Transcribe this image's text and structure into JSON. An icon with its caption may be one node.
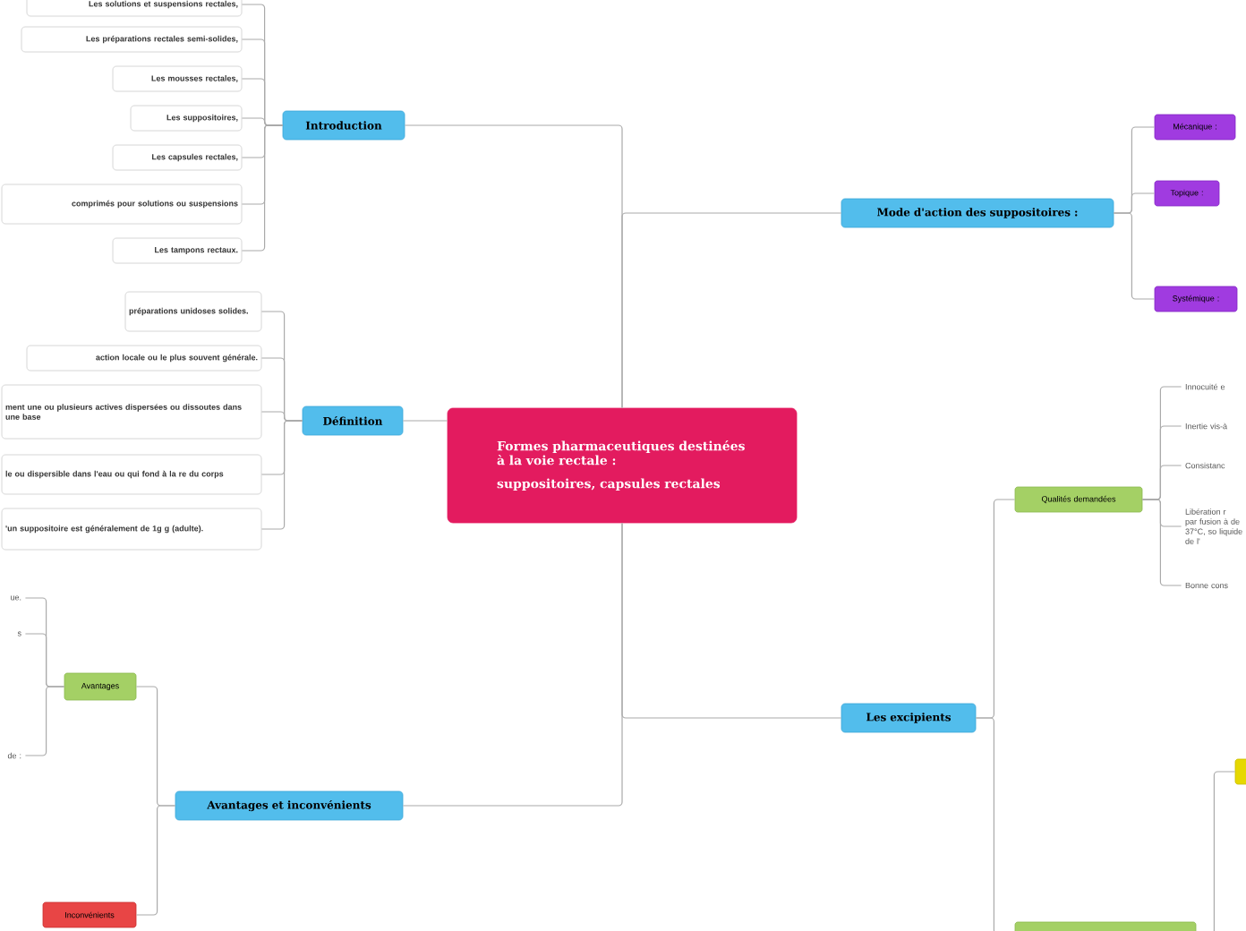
{
  "diagram": {
    "nodes": [
      {
        "text": [
          "Formes pharmaceutiques destinées à la voie rectale :",
          "suppositoires, capsules rectales"
        ]
      },
      {
        "text": [
          "Introduction"
        ]
      },
      {
        "text": [
          "Les solutions et suspensions rectales,"
        ]
      },
      {
        "text": [
          "Les préparations rectales semi-solides,"
        ]
      },
      {
        "text": [
          "Les mousses rectales,"
        ]
      },
      {
        "text": [
          "Les suppositoires,"
        ]
      },
      {
        "text": [
          "Les capsules rectales,"
        ]
      },
      {
        "text": [
          "comprimés pour solutions ou suspensions"
        ]
      },
      {
        "text": [
          "Les tampons rectaux."
        ]
      },
      {
        "text": [
          "Définition"
        ]
      },
      {
        "text": [
          "préparations unidoses solides."
        ]
      },
      {
        "text": [
          "action locale ou le plus souvent générale."
        ]
      },
      {
        "text": [
          "ment une ou plusieurs actives dispersées ou dissoutes dans une base"
        ]
      },
      {
        "text": [
          "le ou dispersible dans l'eau ou qui fond à la re du corps"
        ]
      },
      {
        "text": [
          "'un suppositoire est généralement de 1g g (adulte)."
        ]
      },
      {
        "text": [
          "Avantages et inconvénients"
        ]
      },
      {
        "text": [
          "Avantages"
        ]
      },
      {
        "text": [
          "ue."
        ]
      },
      {
        "text": [
          "s"
        ]
      },
      {
        "text": [
          "de :"
        ]
      },
      {
        "text": [
          "Inconvénients"
        ]
      },
      {
        "text": [
          "Mode d'action des suppositoires :"
        ]
      },
      {
        "text": [
          "Mécanique :"
        ]
      },
      {
        "text": [
          "Topique :"
        ]
      },
      {
        "text": [
          "Systémique :"
        ]
      },
      {
        "text": [
          "Les excipients"
        ]
      },
      {
        "text": [
          "Qualités demandées"
        ]
      },
      {
        "text": [
          "Innocuité e"
        ]
      },
      {
        "text": [
          "Inertie vis-à"
        ]
      },
      {
        "text": [
          "Consistanc"
        ]
      },
      {
        "text": [
          "Libération r par fusion à de 37°C, so liquide de l'"
        ]
      },
      {
        "text": [
          "Bonne cons"
        ]
      },
      {
        "text": [],
        "shape": "box"
      },
      {
        "text": [],
        "shape": "box"
      }
    ],
    "edges": [
      {
        "from": 0,
        "to": 1,
        "arrow": "none"
      },
      {
        "from": 1,
        "to": 2,
        "arrow": "none"
      },
      {
        "from": 1,
        "to": 3,
        "arrow": "none"
      },
      {
        "from": 1,
        "to": 4,
        "arrow": "none"
      },
      {
        "from": 1,
        "to": 5,
        "arrow": "none"
      },
      {
        "from": 1,
        "to": 6,
        "arrow": "none"
      },
      {
        "from": 1,
        "to": 7,
        "arrow": "none"
      },
      {
        "from": 1,
        "to": 8,
        "arrow": "none"
      },
      {
        "from": 0,
        "to": 9,
        "arrow": "none"
      },
      {
        "from": 9,
        "to": 10,
        "arrow": "none"
      },
      {
        "from": 9,
        "to": 11,
        "arrow": "none"
      },
      {
        "from": 9,
        "to": 12,
        "arrow": "none"
      },
      {
        "from": 9,
        "to": 13,
        "arrow": "none"
      },
      {
        "from": 9,
        "to": 14,
        "arrow": "none"
      },
      {
        "from": 0,
        "to": 15,
        "arrow": "none"
      },
      {
        "from": 15,
        "to": 16,
        "arrow": "none"
      },
      {
        "from": 16,
        "to": 17,
        "arrow": "none"
      },
      {
        "from": 16,
        "to": 18,
        "arrow": "none"
      },
      {
        "from": 16,
        "to": 19,
        "arrow": "none"
      },
      {
        "from": 15,
        "to": 20,
        "arrow": "none"
      },
      {
        "from": 0,
        "to": 21,
        "arrow": "none"
      },
      {
        "from": 21,
        "to": 22,
        "arrow": "none"
      },
      {
        "from": 21,
        "to": 23,
        "arrow": "none"
      },
      {
        "from": 21,
        "to": 24,
        "arrow": "none"
      },
      {
        "from": 0,
        "to": 25,
        "arrow": "none"
      },
      {
        "from": 25,
        "to": 26,
        "arrow": "none"
      },
      {
        "from": 26,
        "to": 27,
        "arrow": "none"
      },
      {
        "from": 26,
        "to": 28,
        "arrow": "none"
      },
      {
        "from": 26,
        "to": 29,
        "arrow": "none"
      },
      {
        "from": 26,
        "to": 30,
        "arrow": "none"
      },
      {
        "from": 26,
        "to": 31,
        "arrow": "none"
      },
      {
        "from": 25,
        "to": 33,
        "arrow": "none"
      },
      {
        "from": 33,
        "to": 32,
        "arrow": "none"
      }
    ]
  }
}
